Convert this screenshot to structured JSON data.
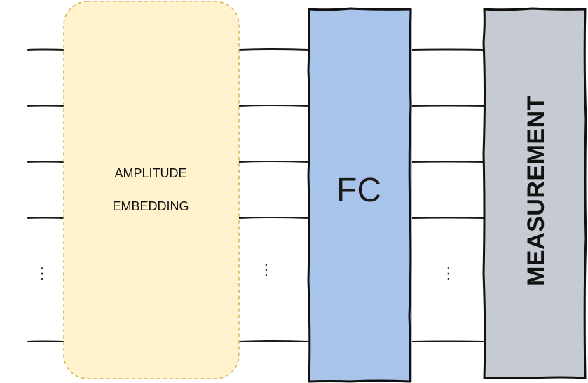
{
  "embedding": {
    "label_line1": "AMPLITUDE",
    "label_line2": "EMBEDDING",
    "fill": "#fff2cc",
    "stroke": "#d6b656"
  },
  "fc": {
    "label": "FC",
    "fill": "#a9c4eb"
  },
  "measurement": {
    "label": "MEASUREMENT",
    "fill": "#c5cad3"
  },
  "ellipsis": "⋮"
}
